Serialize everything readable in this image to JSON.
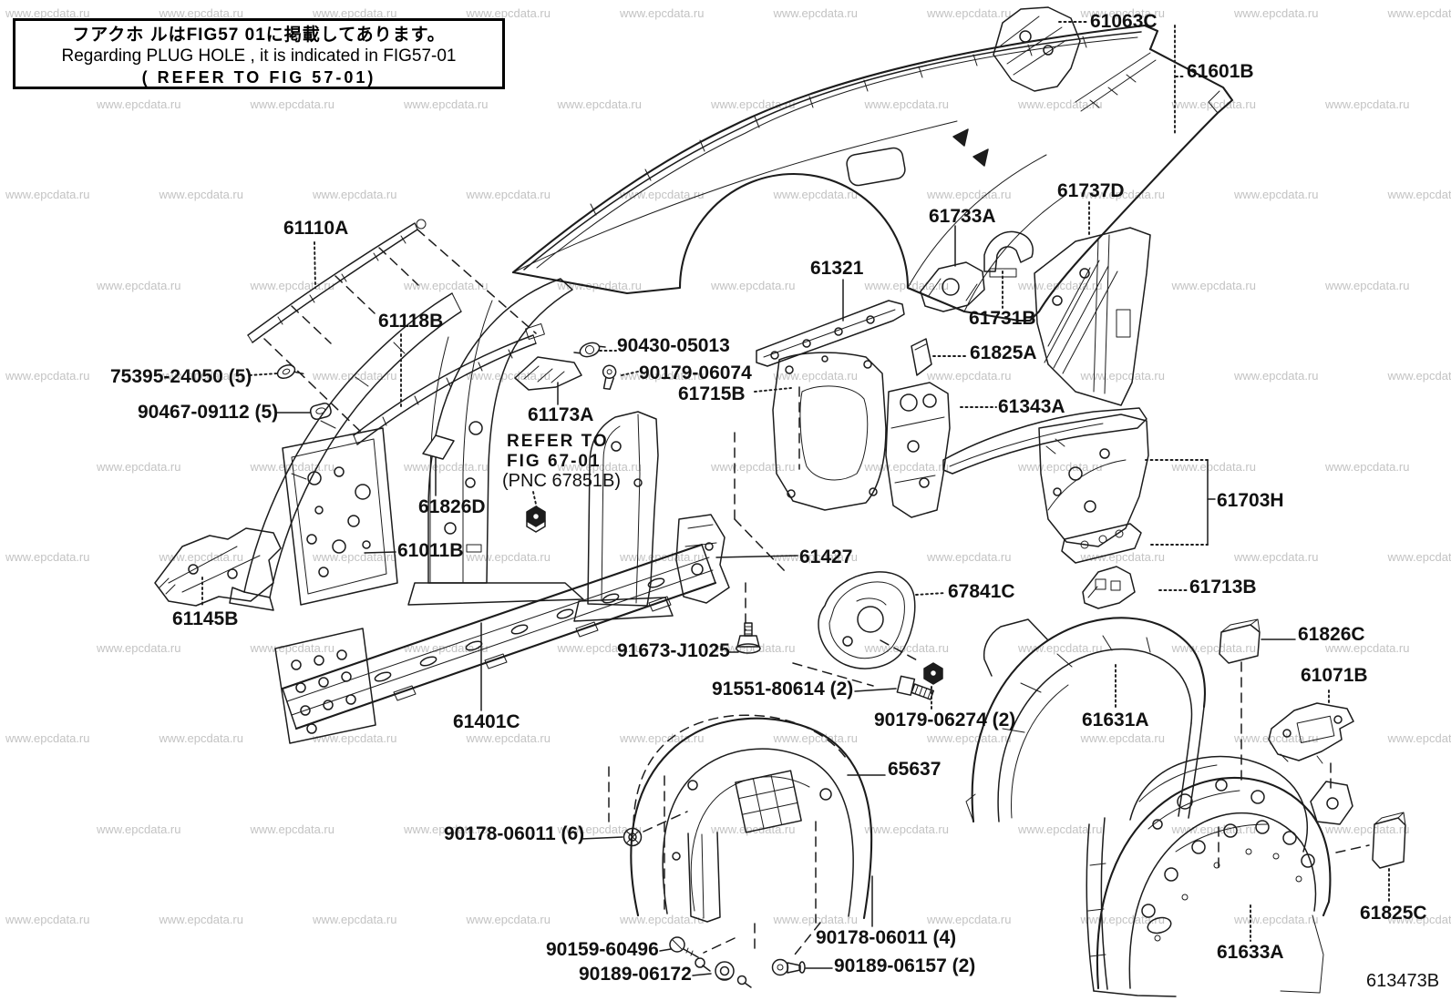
{
  "note": {
    "line1": "フアクホ ルはFIG57 01に掲載してあります。",
    "line2": "Regarding PLUG HOLE , it is indicated in FIG57-01",
    "line3": "( REFER TO FIG 57-01)"
  },
  "watermark": {
    "text": "www.epcdata.ru"
  },
  "refer_note": {
    "line1": "REFER TO",
    "line2": "FIG 67-01",
    "line3": "(PNC 67851B)"
  },
  "footer": {
    "diagram_code": "613473B"
  },
  "labels": {
    "n61063C": "61063C",
    "n61601B": "61601B",
    "n61737D": "61737D",
    "n61733A": "61733A",
    "n61321": "61321",
    "n61731B": "61731B",
    "n61110A": "61110A",
    "n61118B": "61118B",
    "n75395_24050_5": "75395-24050 (5)",
    "n90467_09112_5": "90467-09112 (5)",
    "n90430_05013": "90430-05013",
    "n90179_06074": "90179-06074",
    "n61715B": "61715B",
    "n61173A": "61173A",
    "n61826D": "61826D",
    "n61825A": "61825A",
    "n61343A": "61343A",
    "n61703H": "61703H",
    "n61011B": "61011B",
    "n61427": "61427",
    "n67841C": "67841C",
    "n61713B": "61713B",
    "n61145B": "61145B",
    "n91673_J1025": "91673-J1025",
    "n91551_80614_2": "91551-80614 (2)",
    "n90179_06274_2": "90179-06274 (2)",
    "n61826C": "61826C",
    "n61071B": "61071B",
    "n61631A": "61631A",
    "n61401C": "61401C",
    "n65637": "65637",
    "n90178_06011_6": "90178-06011 (6)",
    "n90159_60496": "90159-60496",
    "n90189_06172": "90189-06172",
    "n90178_06011_4": "90178-06011 (4)",
    "n90189_06157_2": "90189-06157 (2)",
    "n61633A": "61633A",
    "n61825C": "61825C"
  },
  "colors": {
    "line": "#1c1c1c",
    "watermark": "#c3c3c3",
    "background": "#ffffff"
  }
}
